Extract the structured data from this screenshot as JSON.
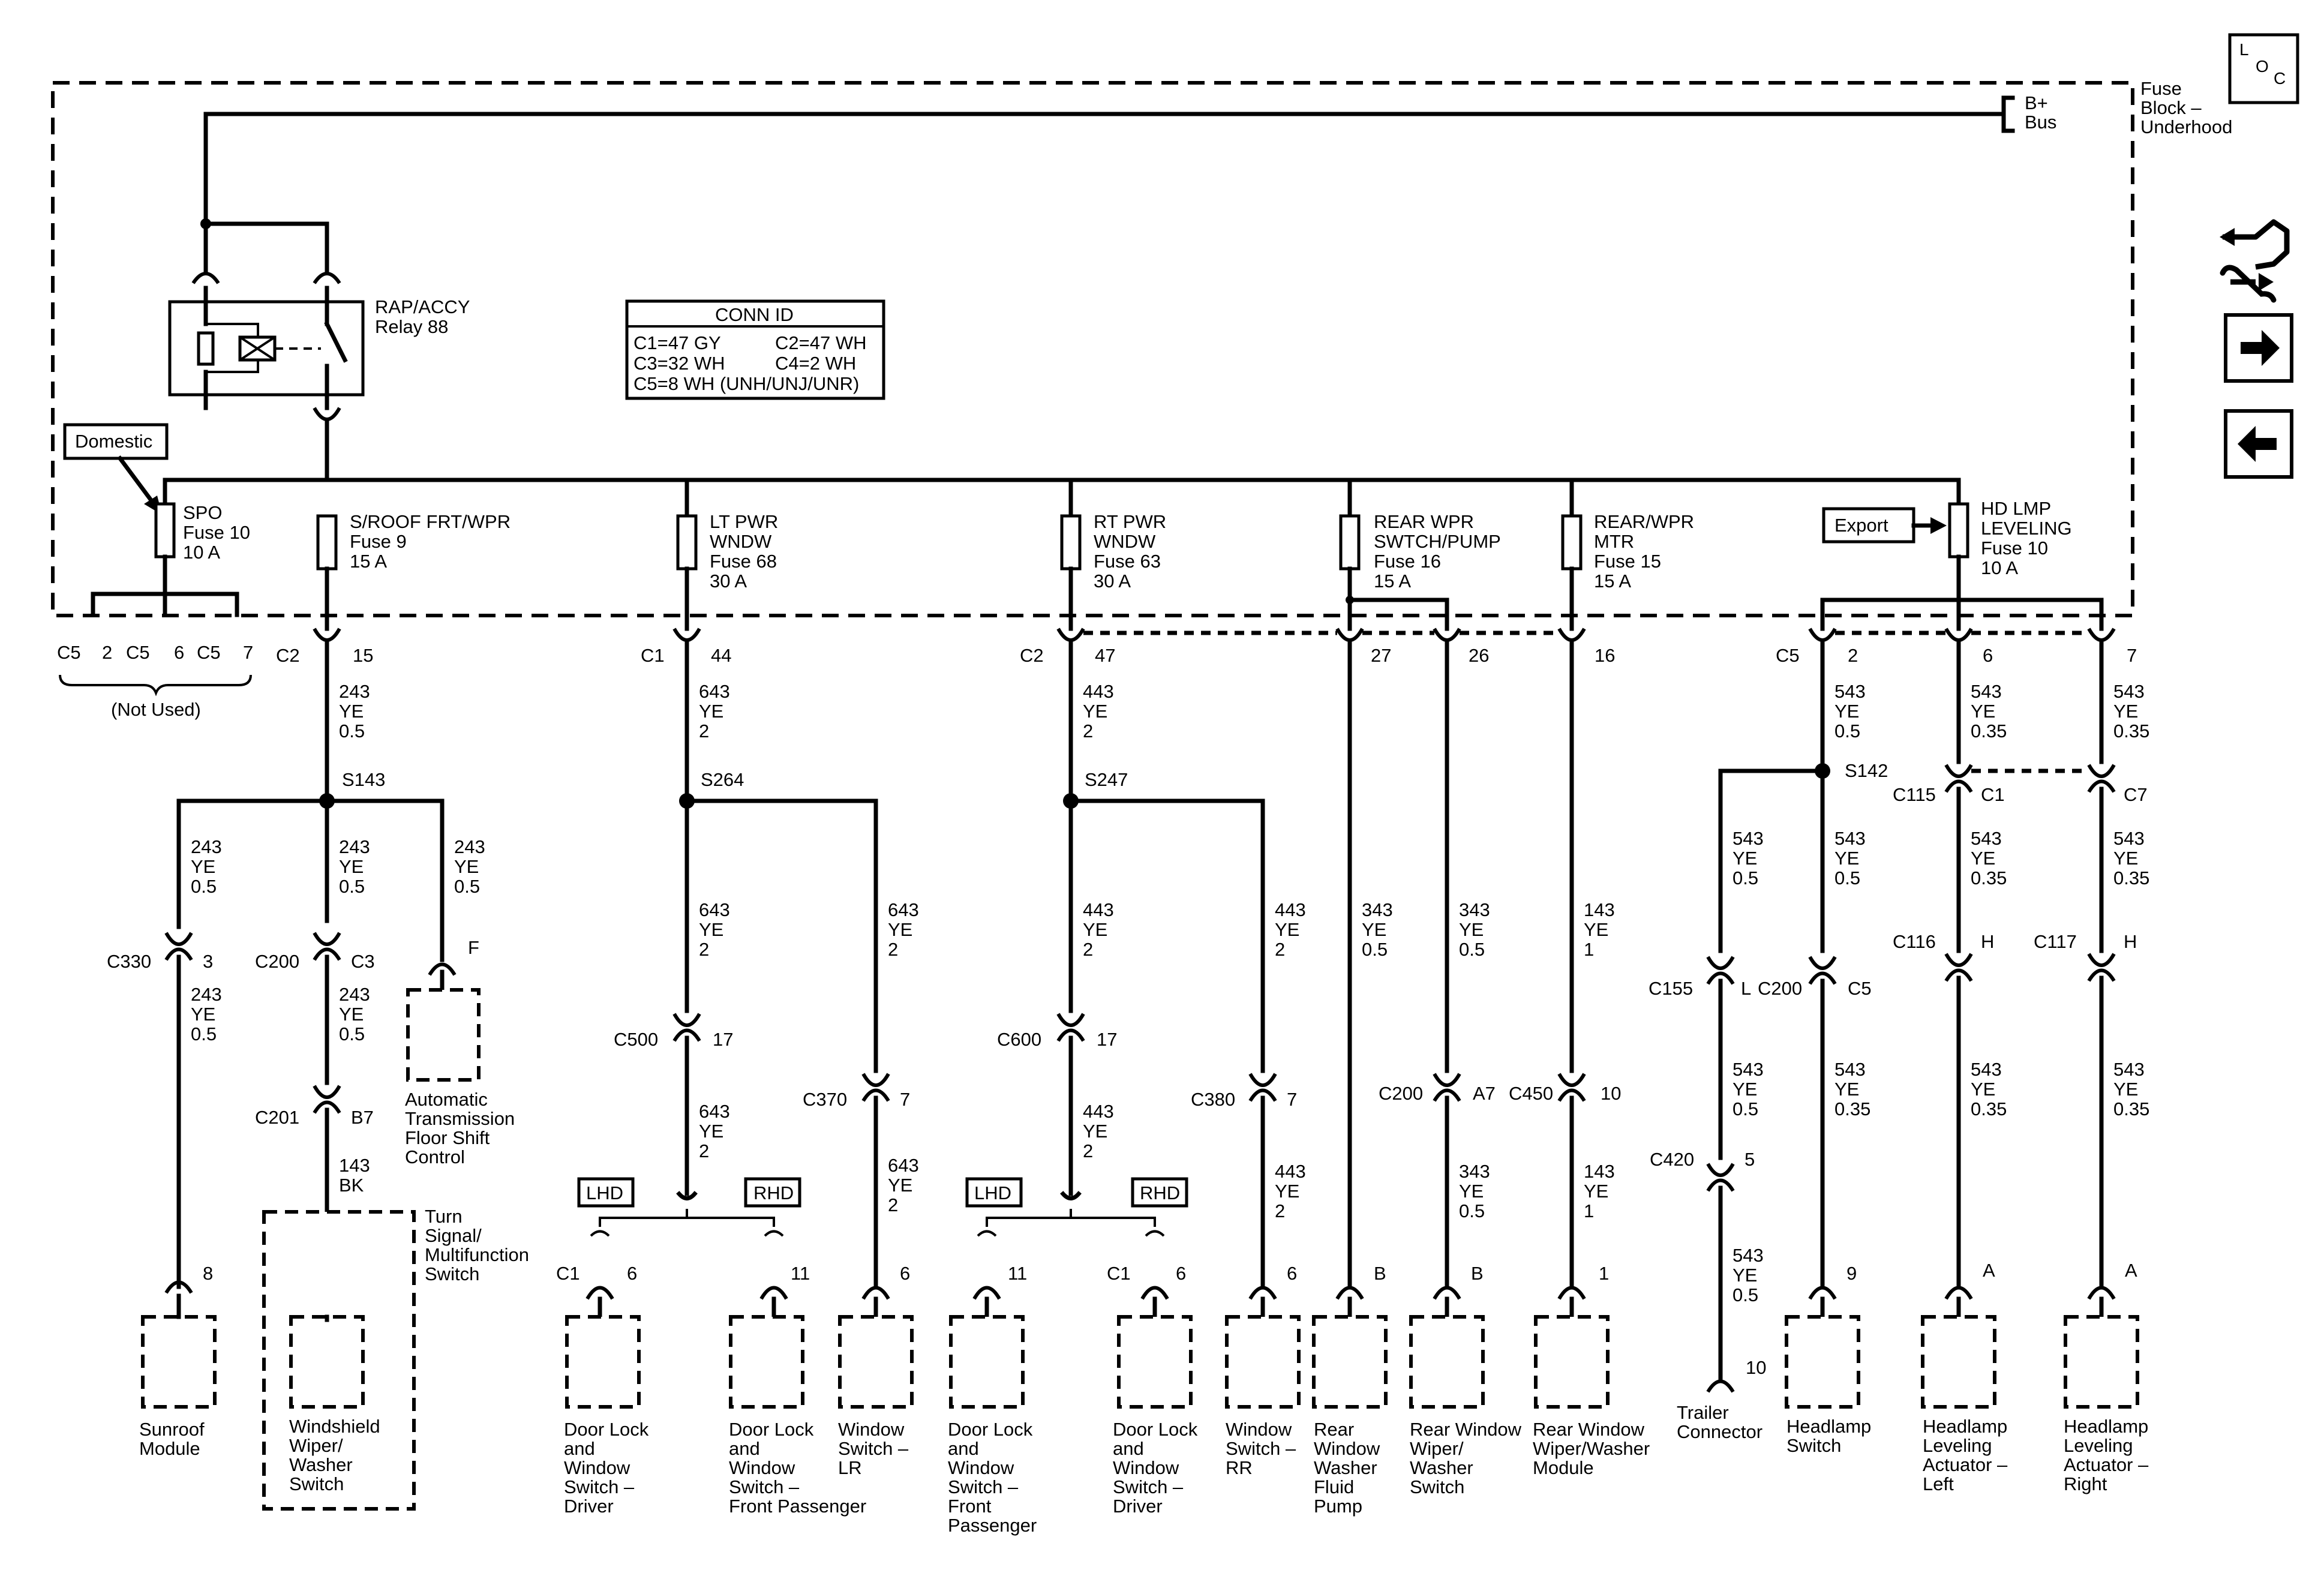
{
  "header": {
    "loc_icon": "loc-icon",
    "loc_letters": [
      "L",
      "O",
      "C"
    ],
    "fuse_block": [
      "Fuse",
      "Block –",
      "Underhood"
    ],
    "bplus": [
      "B+",
      "Bus"
    ]
  },
  "relay": {
    "label": [
      "RAP/ACCY",
      "Relay 88"
    ]
  },
  "domestic": "Domestic",
  "export": "Export",
  "conn_id": {
    "title": "CONN ID",
    "rows": [
      [
        "C1=47 GY",
        "C2=47 WH"
      ],
      [
        "C3=32 WH",
        "C4=2 WH"
      ],
      [
        "C5=8 WH (UNH/UNJ/UNR)",
        ""
      ]
    ]
  },
  "fuses": {
    "spo": [
      "SPO",
      "Fuse 10",
      "10 A"
    ],
    "sroof": [
      "S/ROOF FRT/WPR",
      "Fuse 9",
      "15 A"
    ],
    "ltpwr": [
      "LT PWR",
      "WNDW",
      "Fuse 68",
      "30 A"
    ],
    "rtpwr": [
      "RT PWR",
      "WNDW",
      "Fuse 63",
      "30 A"
    ],
    "rearwpr": [
      "REAR WPR",
      "SWTCH/PUMP",
      "Fuse 16",
      "15 A"
    ],
    "rearmtr": [
      "REAR/WPR",
      "MTR",
      "Fuse 15",
      "15 A"
    ],
    "hdlmp": [
      "HD LMP",
      "LEVELING",
      "Fuse 10",
      "10 A"
    ]
  },
  "not_used": {
    "pins": [
      "C5",
      "2",
      "C5",
      "6",
      "C5",
      "7"
    ],
    "label": "(Not Used)"
  },
  "connectors": {
    "c2_15": [
      "C2",
      "15"
    ],
    "c1_44": [
      "C1",
      "44"
    ],
    "c2_47": [
      "C2",
      "47"
    ],
    "p27": "27",
    "p26": "26",
    "p16": "16",
    "c5_2": [
      "C5",
      "2"
    ],
    "p6": "6",
    "p7": "7",
    "c330": [
      "C330",
      "3"
    ],
    "c200_c3": [
      "C200",
      "C3"
    ],
    "pf": "F",
    "c201": [
      "C201",
      "B7"
    ],
    "c500": [
      "C500",
      "17"
    ],
    "c370": [
      "C370",
      "7"
    ],
    "c600": [
      "C600",
      "17"
    ],
    "c380": [
      "C380",
      "7"
    ],
    "c200_a7": [
      "C200",
      "A7"
    ],
    "c450": [
      "C450",
      "10"
    ],
    "c115": [
      "C115",
      "C1"
    ],
    "c7": "C7",
    "c155": [
      "C155",
      "L",
      "C200",
      "C5"
    ],
    "c116": [
      "C116",
      "H"
    ],
    "c117": [
      "C117",
      "H"
    ],
    "c420": [
      "C420",
      "5"
    ],
    "p10": "10"
  },
  "splices": {
    "s143": "S143",
    "s264": "S264",
    "s247": "S247",
    "s142": "S142"
  },
  "wires": {
    "w243": [
      "243",
      "YE",
      "0.5"
    ],
    "w643": [
      "643",
      "YE",
      "2"
    ],
    "w443": [
      "443",
      "YE",
      "2"
    ],
    "w343": [
      "343",
      "YE",
      "0.5"
    ],
    "w143ye": [
      "143",
      "YE",
      "1"
    ],
    "w543_05": [
      "543",
      "YE",
      "0.5"
    ],
    "w543_035": [
      "543",
      "YE",
      "0.35"
    ],
    "w143bk": [
      "143",
      "BK"
    ]
  },
  "lhd": "LHD",
  "rhd": "RHD",
  "components": {
    "sunroof": {
      "pin": "8",
      "label": [
        "Sunroof",
        "Module"
      ]
    },
    "wiper": {
      "label": [
        "Windshield",
        "Wiper/",
        "Washer",
        "Switch"
      ]
    },
    "turn": {
      "label": [
        "Turn",
        "Signal/",
        "Multifunction",
        "Switch"
      ]
    },
    "trans": {
      "label": [
        "Automatic",
        "Transmission",
        "Floor Shift",
        "Control"
      ]
    },
    "door_drv_l": {
      "pin": [
        "C1",
        "6"
      ],
      "label": [
        "Door Lock",
        "and",
        "Window",
        "Switch –",
        "Driver"
      ]
    },
    "door_fp_l": {
      "pin": "11",
      "label": [
        "Door Lock",
        "and",
        "Window",
        "Switch –",
        "Front Passenger"
      ]
    },
    "win_lr": {
      "pin": "6",
      "label": [
        "Window",
        "Switch –",
        "LR"
      ]
    },
    "door_fp_r": {
      "pin": "11",
      "label": [
        "Door Lock",
        "and",
        "Window",
        "Switch –",
        "Front",
        "Passenger"
      ]
    },
    "door_drv_r": {
      "pin": [
        "C1",
        "6"
      ],
      "label": [
        "Door Lock",
        "and",
        "Window",
        "Switch –",
        "Driver"
      ]
    },
    "win_rr": {
      "pin": "6",
      "label": [
        "Window",
        "Switch –",
        "RR"
      ]
    },
    "rear_pump": {
      "pin": "B",
      "label": [
        "Rear",
        "Window",
        "Washer",
        "Fluid",
        "Pump"
      ]
    },
    "rear_sw": {
      "pin": "B",
      "label": [
        "Rear Window",
        "Wiper/",
        "Washer",
        "Switch"
      ]
    },
    "rear_mod": {
      "pin": "1",
      "label": [
        "Rear Window",
        "Wiper/Washer",
        "Module"
      ]
    },
    "trailer": {
      "label": [
        "Trailer",
        "Connector"
      ]
    },
    "hl_sw": {
      "pin": "9",
      "label": [
        "Headlamp",
        "Switch"
      ]
    },
    "hl_left": {
      "pin": "A",
      "label": [
        "Headlamp",
        "Leveling",
        "Actuator –",
        "Left"
      ]
    },
    "hl_right": {
      "pin": "A",
      "label": [
        "Headlamp",
        "Leveling",
        "Actuator –",
        "Right"
      ]
    }
  },
  "nav": {
    "icon1": "component-wrench-icon",
    "icon2": "arrow-right-icon",
    "icon3": "arrow-left-icon"
  }
}
